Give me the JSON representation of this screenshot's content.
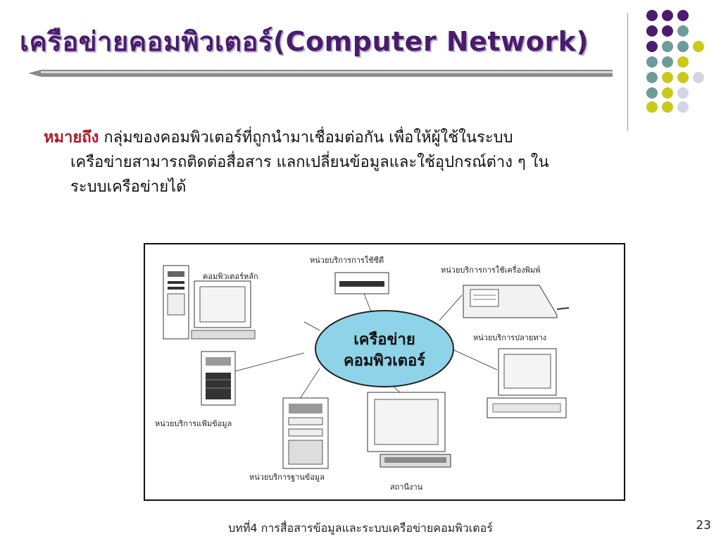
{
  "title": "เครือข่ายคอมพิวเตอร์(Computer Network)",
  "definition": {
    "term": "หมายถึง",
    "line1": "กลุ่มของคอมพิวเตอร์ที่ถูกนำมาเชื่อมต่อกัน เพื่อให้ผู้ใช้ในระบบ",
    "line2": "เครือข่ายสามารถติดต่อสื่อสาร แลกเปลี่ยนข้อมูลและใช้อุปกรณ์ต่าง ๆ ใน",
    "line3": "ระบบเครือข่ายได้"
  },
  "diagram": {
    "center_line1": "เครือข่าย",
    "center_line2": "คอมพิวเตอร์",
    "labels": {
      "main_computer": "คอมพิวเตอร์หลัก",
      "cd_service": "หน่วยบริการการใช้ซีดี",
      "printer_service": "หน่วยบริการการใช้เครื่องพิมพ์",
      "remote_service": "หน่วยบริการปลายทาง",
      "file_service": "หน่วยบริการแฟ้มข้อมูล",
      "database_service": "หน่วยบริการฐานข้อมูล",
      "workstation": "สถานีงาน"
    }
  },
  "footer": "บทที่4 การสื่อสารข้อมูลและระบบเครือข่ายคอมพิวเตอร์",
  "page_number": "23",
  "colors": {
    "title": "#4b1b6e",
    "term": "#b0182a",
    "dot_purple": "#4b1b6e",
    "dot_teal": "#6f9a9a",
    "dot_olive": "#c9c91a",
    "dot_lavender": "#d4d4e4",
    "ellipse": "#8ed3e8"
  }
}
